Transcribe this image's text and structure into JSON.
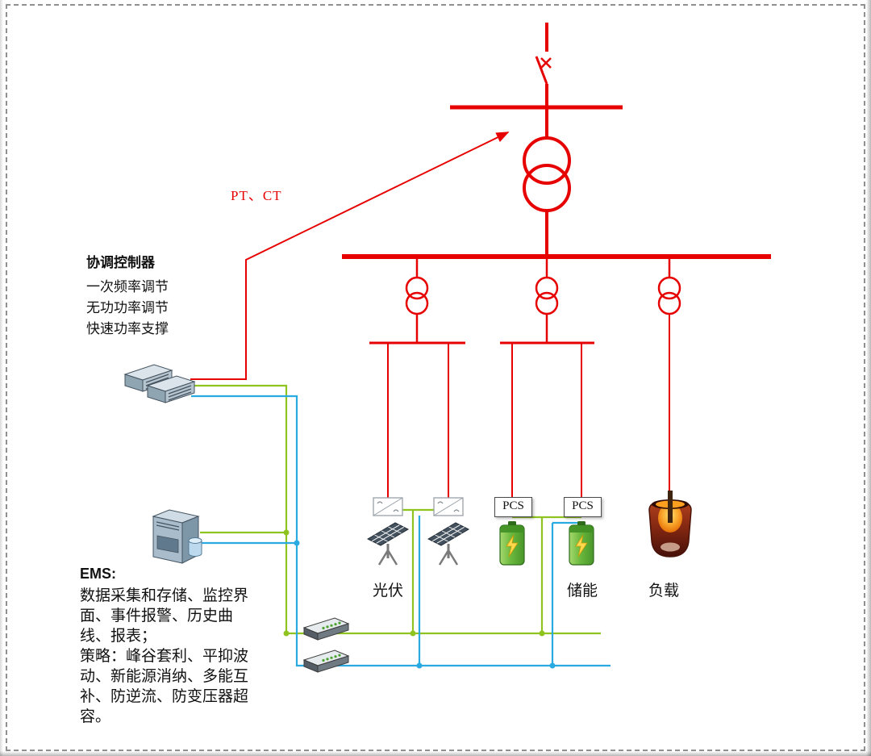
{
  "diagram": {
    "pt_ct_label": "PT、CT",
    "controller": {
      "title": "协调控制器",
      "features": [
        "一次频率调节",
        "无功功率调节",
        "快速功率支撑"
      ]
    },
    "ems": {
      "title": "EMS:",
      "lines": [
        "数据采集和存储、监控界",
        "面、事件报警、历史曲",
        "线、报表；",
        "策略：峰谷套利、平抑波",
        "动、新能源消纳、多能互",
        "补、防逆流、防变压器超",
        "容。"
      ]
    },
    "devices": {
      "pcs1_label": "PCS",
      "pcs2_label": "PCS",
      "pv_label": "光伏",
      "storage_label": "储能",
      "load_label": "负载"
    },
    "colors": {
      "electrical_red": "#e60000",
      "comm_green": "#8fc31f",
      "comm_blue": "#29abe2"
    }
  }
}
